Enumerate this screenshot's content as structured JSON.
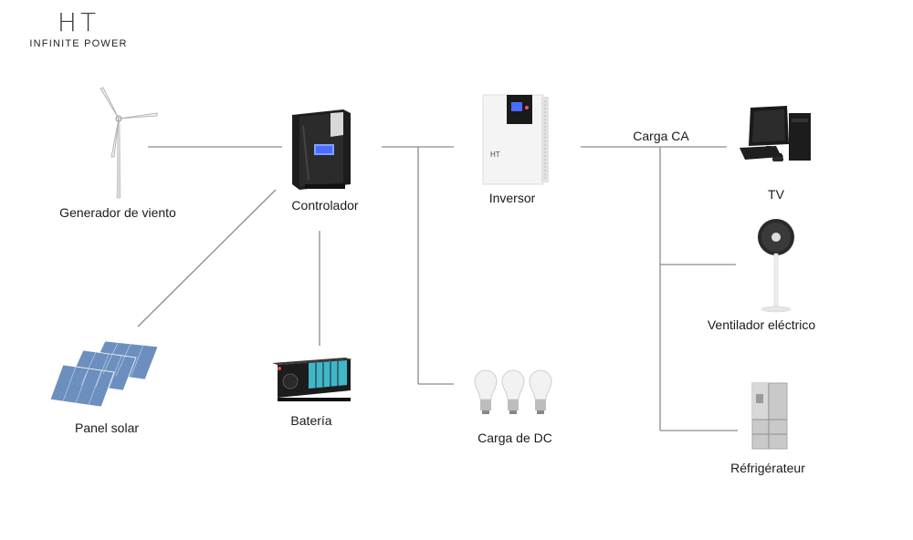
{
  "logo": {
    "mark": "HT",
    "tagline": "INFINITE POWER"
  },
  "labels": {
    "wind": "Generador de viento",
    "controller": "Controlador",
    "inverter": "Inversor",
    "tv": "TV",
    "fan": "Ventilador eléctrico",
    "fridge": "Réfrigérateur",
    "solar": "Panel solar",
    "battery": "Batería",
    "dc_load": "Carga de DC",
    "ac_load": "Carga CA"
  },
  "inverter_brand": "HT",
  "colors": {
    "wire": "#8c8c8c",
    "screen_blue": "#4a6cff",
    "battery_teal": "#3fb6c9"
  }
}
